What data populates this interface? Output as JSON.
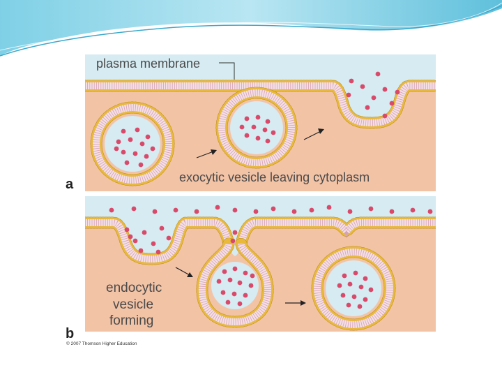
{
  "figure": {
    "panel_a": {
      "letter": "a",
      "membrane_label": "plasma membrane",
      "caption": "exocytic vesicle leaving cytoplasm"
    },
    "panel_b": {
      "letter": "b",
      "caption_lines": [
        "endocytic",
        "vesicle",
        "forming"
      ]
    },
    "copyright": "© 2007 Thomson Higher Education"
  },
  "colors": {
    "extracellular": "#d6ebf2",
    "cytoplasm": "#f3c3a6",
    "head": "#e8b93a",
    "head_outline": "#b98a1c",
    "tail": "#f4dfe6",
    "cargo": "#d94a6a",
    "slide_accent": "#4bb3d3"
  }
}
